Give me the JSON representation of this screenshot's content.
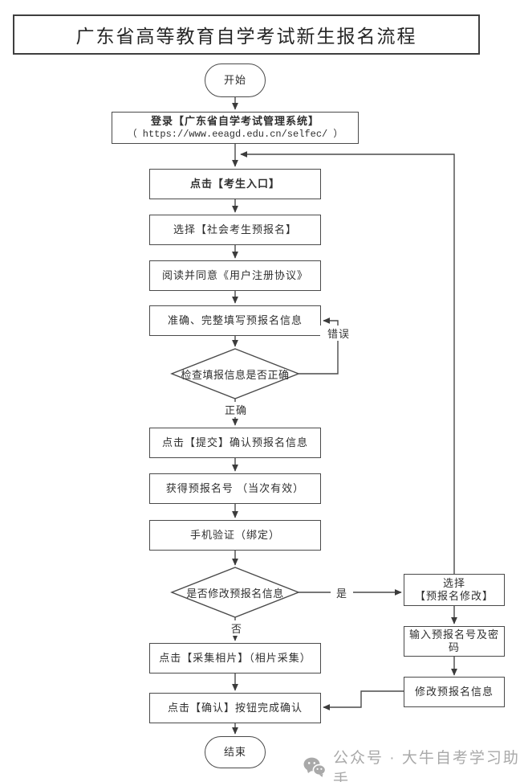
{
  "title": "广东省高等教育自学考试新生报名流程",
  "flow": {
    "start": "开始",
    "login": {
      "line1": "登录【广东省自学考试管理系统】",
      "line2": "（ https://www.eeagd.edu.cn/selfec/ ）"
    },
    "entry": "点击【考生入口】",
    "select_social": "选择【社会考生预报名】",
    "agreement": "阅读并同意《用户注册协议》",
    "fill_info": "准确、完整填写预报名信息",
    "check_decision": "检查填报信息是否正确",
    "submit": "点击【提交】确认预报名信息",
    "get_number": "获得预报名号 （当次有效）",
    "phone_verify": "手机验证（绑定）",
    "modify_decision": "是否修改预报名信息",
    "collect_photo": "点击【采集相片】（相片采集）",
    "confirm": "点击【确认】按钮完成确认",
    "end": "结束",
    "modify_branch": {
      "select_modify_line1": "选择",
      "select_modify_line2": "【预报名修改】",
      "enter_credentials": "输入预报名号及密码",
      "modify_info": "修改预报名信息"
    },
    "edge_labels": {
      "error": "错误",
      "correct": "正确",
      "yes": "是",
      "no": "否"
    }
  },
  "footer": {
    "brand": "公众号 · 大牛自考学习助手",
    "icon": "wechat-icon"
  },
  "colors": {
    "line": "#4a4a4a",
    "arrow": "#3b3b3b",
    "text": "#2f2f2f",
    "footer_gray": "#a9a9a9",
    "background": "#ffffff"
  }
}
